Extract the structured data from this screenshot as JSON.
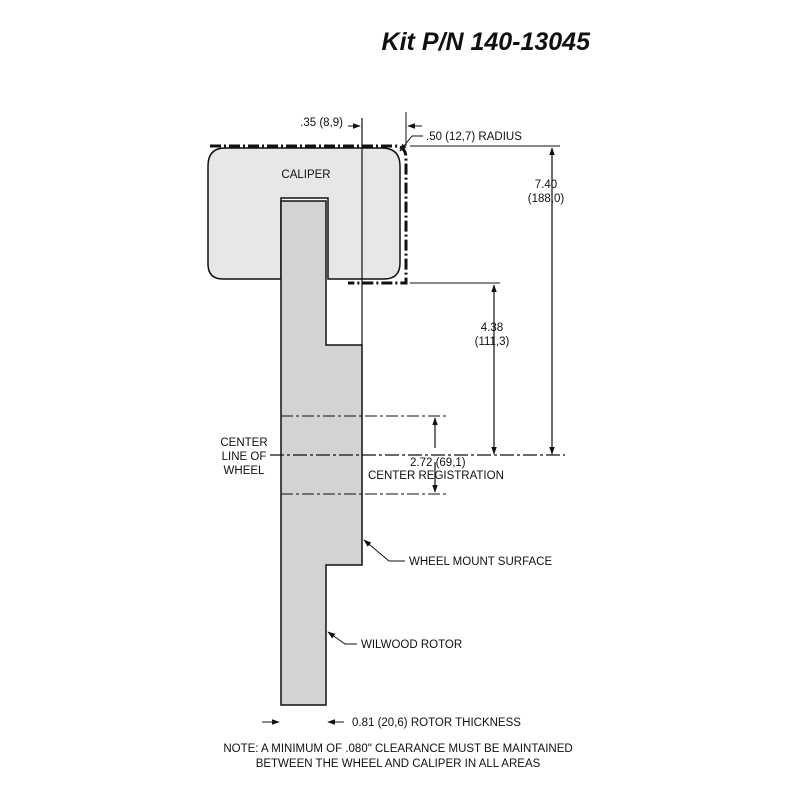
{
  "title": "Kit P/N 140-13045",
  "labels": {
    "caliper": "CALIPER",
    "center_line": [
      "CENTER",
      "LINE OF",
      "WHEEL"
    ],
    "wheel_mount_surface": "WHEEL MOUNT SURFACE",
    "wilwood_rotor": "WILWOOD ROTOR"
  },
  "dimensions": {
    "offset": ".35 (8,9)",
    "radius": ".50 (12,7) RADIUS",
    "overall_height": [
      "7.40",
      "(188,0)"
    ],
    "mount_height": [
      "4.38",
      "(111,3)"
    ],
    "center_registration": [
      "2.72 (69,1)",
      "CENTER REGISTRATION"
    ],
    "rotor_thickness": "0.81 (20,6) ROTOR THICKNESS"
  },
  "note": [
    "NOTE: A MINIMUM OF .080\" CLEARANCE MUST BE MAINTAINED",
    "BETWEEN THE WHEEL AND CALIPER IN ALL AREAS"
  ],
  "colors": {
    "rotor_fill": "#d1d3d4",
    "caliper_fill": "#e6e7e8",
    "line": "#111111"
  }
}
